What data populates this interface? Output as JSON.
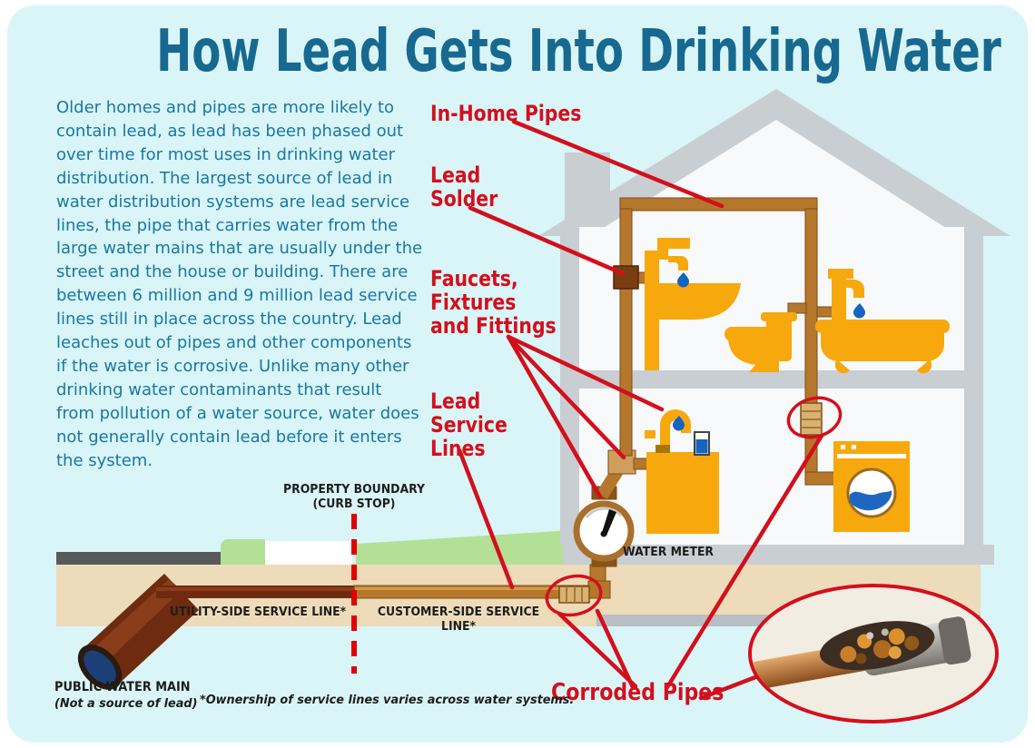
{
  "title": "How Lead Gets Into Drinking Water",
  "intro": "Older homes and pipes are more likely to contain lead, as lead has been phased out over time for most uses in drinking water distribution. The largest source of lead in water distribution systems are lead service lines, the pipe that carries water from the large water mains that are usually under the street and the house or building. There are between 6 million and 9 million lead service lines still in place across the country. Lead leaches out of pipes and other components if the water is corrosive. Unlike many other drinking water contaminants that result from pollution of a water source, water does not generally contain lead before it enters the system.",
  "callouts": {
    "in_home_pipes": "In-Home Pipes",
    "lead_solder": "Lead\nSolder",
    "faucets_fixtures_fittings": "Faucets,\nFixtures\nand Fittings",
    "lead_service_lines": "Lead\nService\nLines",
    "corroded_pipes": "Corroded Pipes"
  },
  "ground_labels": {
    "property_boundary": "PROPERTY BOUNDARY\n(CURB STOP)",
    "water_meter": "WATER METER",
    "utility_side_service_line": "UTILITY-SIDE SERVICE LINE*",
    "customer_side_service_line": "CUSTOMER-SIDE SERVICE LINE*",
    "public_water_main": "PUBLIC WATER MAIN",
    "public_water_main_note": "(Not a source of lead)",
    "ownership_footnote": "*Ownership of service lines varies across water systems."
  },
  "colors": {
    "card_background": "#d9f5f8",
    "title_blue": "#17698f",
    "body_blue": "#1878a2",
    "callout_red": "#d40f1c",
    "label_black": "#1d1d1b",
    "house_gray": "#c9ced3",
    "pipe_copper": "#b5772b",
    "pipe_lead_dark": "#6e2b10",
    "fixture_orange": "#f7a80d",
    "water_blue": "#1464c0",
    "grass_green": "#b3e096",
    "soil_tan": "#eddbba",
    "street_gray": "#58595b"
  }
}
